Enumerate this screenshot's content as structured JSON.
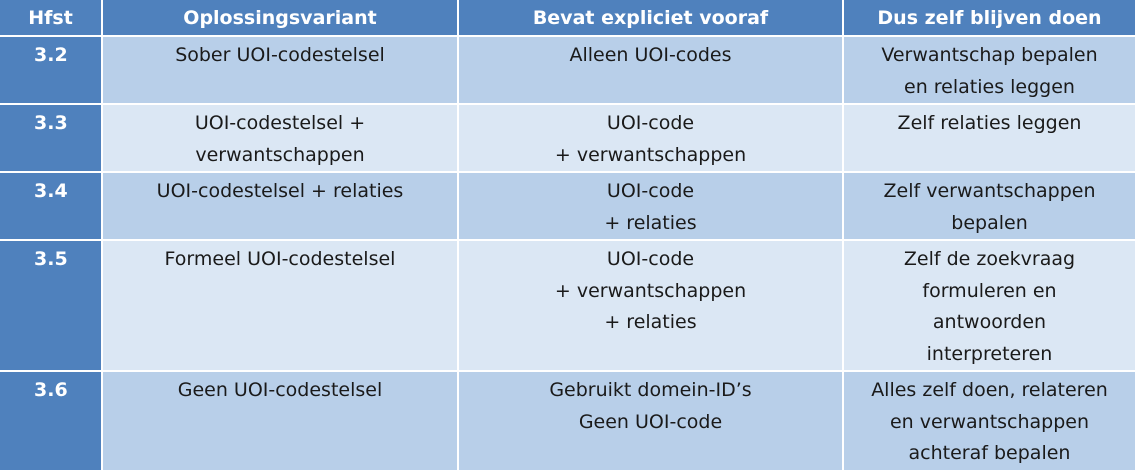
{
  "header": {
    "col0": "Hfst",
    "col1": "Oplossingsvariant",
    "col2": "Bevat expliciet vooraf",
    "col3": "Dus zelf blijven doen"
  },
  "rows": [
    {
      "hfst": "3.2",
      "variant": [
        "Sober UOI-codestelsel"
      ],
      "vooraf": [
        "Alleen UOI-codes"
      ],
      "zelf": [
        "Verwantschap bepalen",
        "en relaties leggen"
      ]
    },
    {
      "hfst": "3.3",
      "variant": [
        "UOI-codestelsel +",
        "verwantschappen"
      ],
      "vooraf": [
        "UOI-code",
        "+ verwantschappen"
      ],
      "zelf": [
        "Zelf relaties leggen"
      ]
    },
    {
      "hfst": "3.4",
      "variant": [
        "UOI-codestelsel + relaties"
      ],
      "vooraf": [
        "UOI-code",
        "+ relaties"
      ],
      "zelf": [
        "Zelf verwantschappen",
        "bepalen"
      ]
    },
    {
      "hfst": "3.5",
      "variant": [
        "Formeel UOI-codestelsel"
      ],
      "vooraf": [
        "UOI-code",
        "+ verwantschappen",
        "+ relaties"
      ],
      "zelf": [
        "Zelf de zoekvraag",
        "formuleren en",
        "antwoorden",
        "interpreteren"
      ]
    },
    {
      "hfst": "3.6",
      "variant": [
        "Geen UOI-codestelsel"
      ],
      "vooraf": [
        "Gebruikt domein-ID’s",
        "Geen UOI-code"
      ],
      "zelf": [
        "Alles zelf doen, relateren",
        "en verwantschappen",
        "achteraf bepalen"
      ]
    }
  ],
  "colors": {
    "header_bg": "#4f81bd",
    "row_dark": "#b8cfe9",
    "row_light": "#dbe7f4"
  }
}
